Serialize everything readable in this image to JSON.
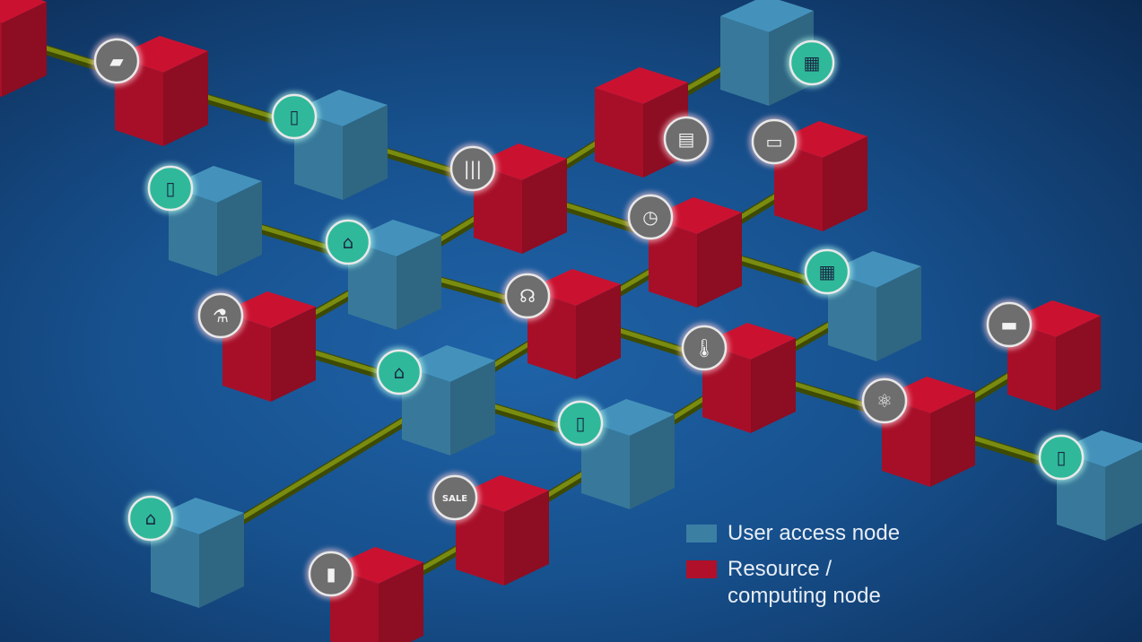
{
  "colors": {
    "user_access_node": "#3b7fa3",
    "resource_node": "#b0102a",
    "link": "#7a8c10",
    "icon_user": "#2fb99a",
    "icon_resource": "#6e6e6e"
  },
  "legend": {
    "user_access": "User access node",
    "resource": "Resource / computing node"
  },
  "nodes": [
    "resource",
    "resource",
    "user",
    "user",
    "resource",
    "resource",
    "resource",
    "user",
    "user",
    "resource",
    "user",
    "resource",
    "resource",
    "user",
    "resource",
    "resource",
    "user",
    "resource",
    "user",
    "user",
    "resource",
    "resource"
  ],
  "icons": [
    {
      "name": "color-swatch-icon",
      "kind": "resource"
    },
    {
      "name": "smartphone-icon",
      "kind": "user"
    },
    {
      "name": "tablet-icon",
      "kind": "user"
    },
    {
      "name": "book-icon",
      "kind": "resource"
    },
    {
      "name": "barcode-icon",
      "kind": "resource"
    },
    {
      "name": "id-badge-icon",
      "kind": "resource"
    },
    {
      "name": "smartphone-icon",
      "kind": "user"
    },
    {
      "name": "clock-icon",
      "kind": "resource"
    },
    {
      "name": "monitor-chart-icon",
      "kind": "user"
    },
    {
      "name": "tablet-icon",
      "kind": "user"
    },
    {
      "name": "brain-head-icon",
      "kind": "resource"
    },
    {
      "name": "flask-icon",
      "kind": "resource"
    },
    {
      "name": "thermometer-icon",
      "kind": "resource"
    },
    {
      "name": "monitor-chart-icon",
      "kind": "user"
    },
    {
      "name": "wallet-icon",
      "kind": "resource"
    },
    {
      "name": "atom-icon",
      "kind": "resource"
    },
    {
      "name": "smartphone-icon",
      "kind": "user"
    },
    {
      "name": "smartphone-icon",
      "kind": "user"
    },
    {
      "name": "monitor-chart-icon",
      "kind": "user"
    },
    {
      "name": "sale-tag-icon",
      "kind": "resource",
      "label": "SALE"
    },
    {
      "name": "usb-drive-icon",
      "kind": "resource"
    }
  ]
}
